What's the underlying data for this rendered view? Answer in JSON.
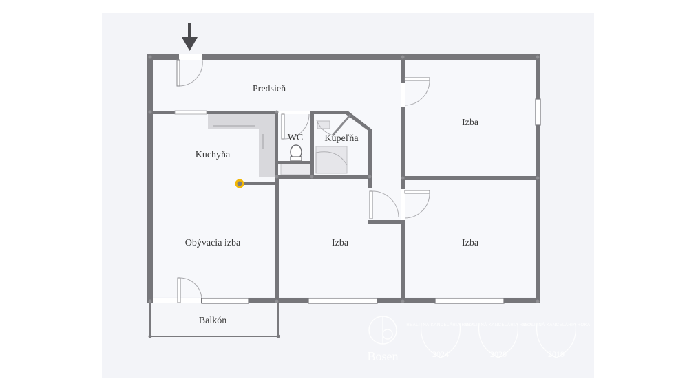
{
  "colors": {
    "background": "#f3f4f8",
    "wall": "#76767a",
    "marker": "#f2b705",
    "watermark": "#ffffff"
  },
  "rooms": {
    "hallway": "Predsieň",
    "kitchen": "Kuchyňa",
    "wc": "WC",
    "bathroom": "Kúpeľňa",
    "room_top_right": "Izba",
    "living_room": "Obývacia izba",
    "room_middle": "Izba",
    "room_bottom_right": "Izba",
    "balcony": "Balkón"
  },
  "icons": {
    "entrance": "down-arrow-icon",
    "marker": "location-dot-icon"
  },
  "watermark": {
    "brand": "Bosen",
    "awards": [
      {
        "title": "REALITNÁ KANCELÁRIA ROKA",
        "year": "2024"
      },
      {
        "title": "REALITNÁ KANCELÁRIA ROKA",
        "year": "2020"
      },
      {
        "title": "REALITNÁ KANCELÁRIA ROKA",
        "year": "2019"
      }
    ]
  }
}
